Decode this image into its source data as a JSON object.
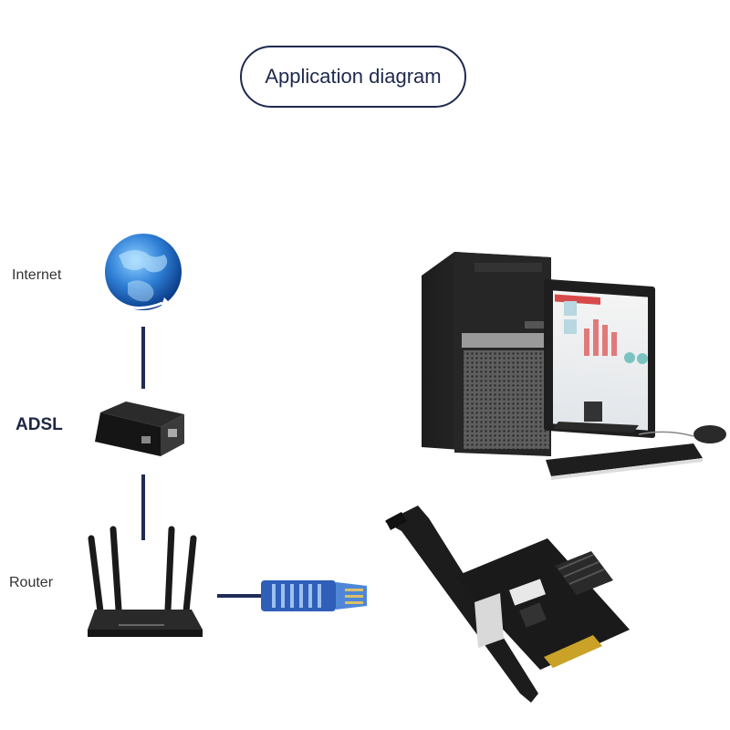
{
  "title": "Application diagram",
  "nodes": {
    "internet": "Internet",
    "adsl": "ADSL",
    "router": "Router"
  },
  "colors": {
    "line": "#1f2c55",
    "title_border": "#1f2a4f",
    "globe": "#2f7fd6",
    "cable": "#2f5fb8",
    "card_pcb": "#1a1a1a"
  },
  "icons": [
    "globe-icon",
    "adsl-modem-icon",
    "router-icon",
    "ethernet-cable-icon",
    "desktop-computer-icon",
    "network-card-icon"
  ]
}
